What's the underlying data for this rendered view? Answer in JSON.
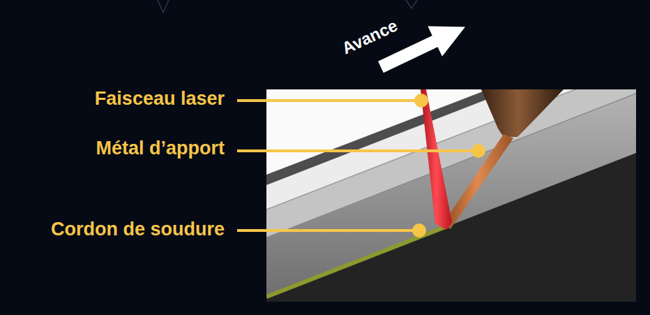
{
  "diagram": {
    "labels": [
      "Avance",
      "Faisceau laser",
      "Métal d’apport",
      "Cordon de soudure"
    ]
  }
}
